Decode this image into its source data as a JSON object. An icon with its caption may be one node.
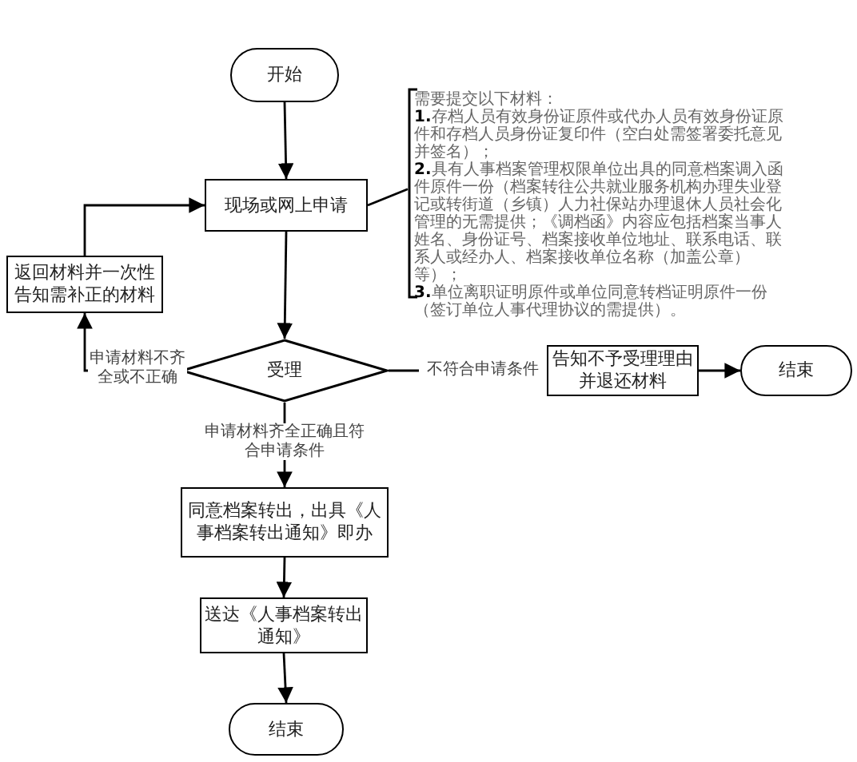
{
  "diagram": {
    "nodes": [
      {
        "text": [
          "开始"
        ]
      },
      {
        "text": [
          "现场或网上申请"
        ]
      },
      {
        "text": [
          "需要提交以下材料：",
          "**1.**存档人员有效身份证原件或代办人员有效身份证原件和存档人员身份证复印件（空白处需签署委托意见并签名）；",
          "**2.**具有人事档案管理权限单位出具的同意档案调入函件原件一份（档案转往公共就业服务机构办理失业登记或转街道（乡镇）人力社保站办理退休人员社会化管理的无需提供；《调档函》内容应包括档案当事人姓名、身份证号、档案接收单位地址、联系电话、联系人或经办人、档案接收单位名称（加盖公章）等）；",
          "**3.**单位离职证明原件或单位同意转档证明原件一份（签订单位人事代理协议的需提供）。"
        ]
      },
      {
        "text": [
          "受理"
        ]
      },
      {
        "text": [
          "返回材料并一次性告知需补正的材料"
        ]
      },
      {
        "text": [
          "告知不予受理理由并退还材料"
        ]
      },
      {
        "text": [
          "结束"
        ]
      },
      {
        "text": [
          "同意档案转出，出具《人事档案转出通知》即办"
        ]
      },
      {
        "text": [
          "送达《人事档案转出通知》"
        ]
      },
      {
        "text": [
          "结束"
        ]
      }
    ],
    "edges": [
      {
        "from": 0,
        "to": 1,
        "arrow": "to"
      },
      {
        "from": 1,
        "to": 2,
        "arrow": "none"
      },
      {
        "from": 1,
        "to": 3,
        "arrow": "to"
      },
      {
        "from": 3,
        "to": 4,
        "arrow": "to",
        "label": "申请材料不齐全或不正确"
      },
      {
        "from": 4,
        "to": 1,
        "arrow": "to"
      },
      {
        "from": 3,
        "to": 5,
        "arrow": "to",
        "label": "不符合申请条件"
      },
      {
        "from": 5,
        "to": 6,
        "arrow": "to"
      },
      {
        "from": 3,
        "to": 7,
        "arrow": "to",
        "label": "申请材料齐全正确且符合申请条件"
      },
      {
        "from": 7,
        "to": 8,
        "arrow": "to"
      },
      {
        "from": 8,
        "to": 9,
        "arrow": "to"
      }
    ]
  }
}
